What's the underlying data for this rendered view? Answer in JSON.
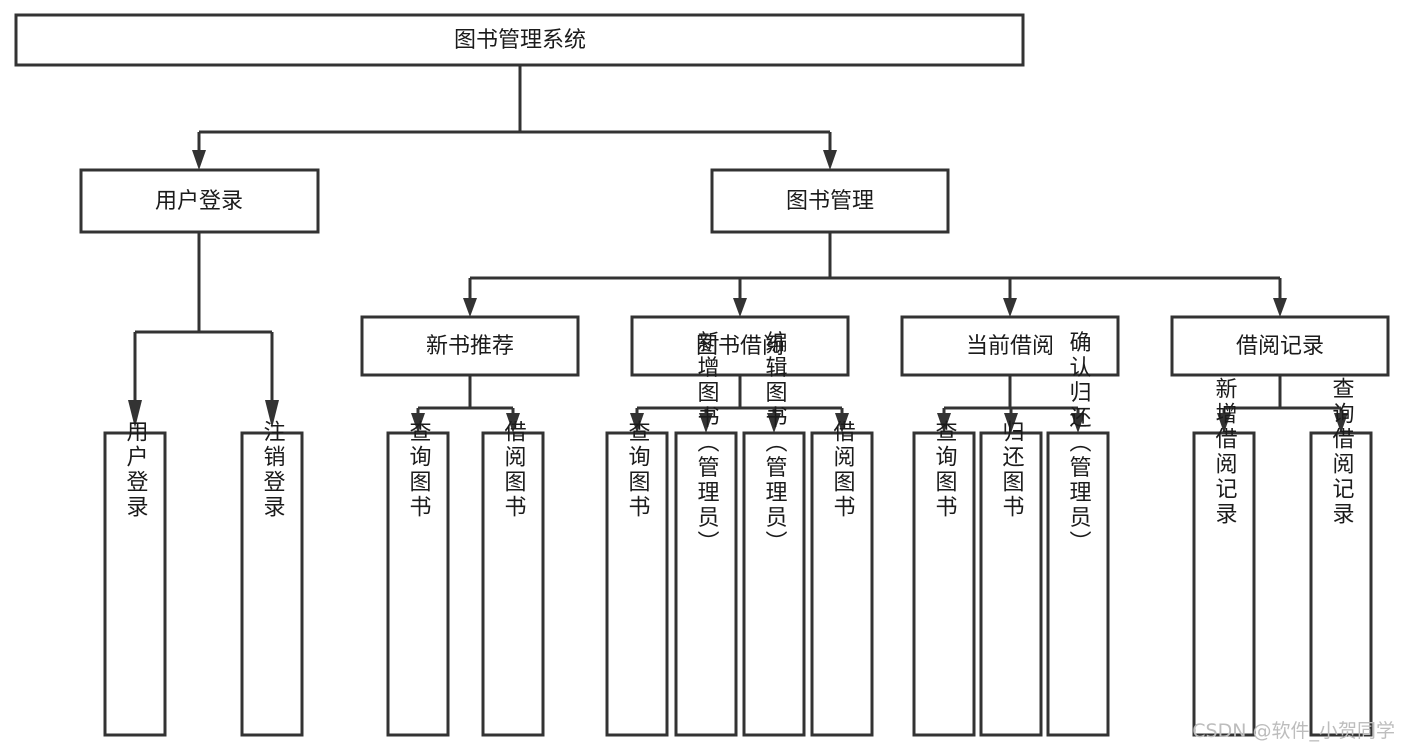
{
  "diagram": {
    "type": "tree",
    "title": "图书管理系统",
    "watermark": "CSDN @软件_小贺同学",
    "colors": {
      "background": "#ffffff",
      "box_fill": "#ffffff",
      "box_stroke": "#333333",
      "connector": "#333333",
      "text": "#1b1b1b",
      "watermark": "#bdbdbd"
    },
    "root": {
      "label": "图书管理系统"
    },
    "level2": [
      {
        "label": "用户登录"
      },
      {
        "label": "图书管理"
      }
    ],
    "level3": [
      {
        "label": "新书推荐"
      },
      {
        "label": "图书借阅"
      },
      {
        "label": "当前借阅"
      },
      {
        "label": "借阅记录"
      }
    ],
    "leaves": {
      "user_login": [
        {
          "label": "用户登录"
        },
        {
          "label": "注销登录"
        }
      ],
      "new_book_recommend": [
        {
          "label": "查询图书"
        },
        {
          "label": "借阅图书"
        }
      ],
      "book_borrow": [
        {
          "label": "查询图书"
        },
        {
          "label": "新增图书（管理员）"
        },
        {
          "label": "编辑图书（管理员）"
        },
        {
          "label": "借阅图书"
        }
      ],
      "current_borrow": [
        {
          "label": "查询图书"
        },
        {
          "label": "归还图书"
        },
        {
          "label": "确认归还（管理员）"
        }
      ],
      "borrow_record": [
        {
          "label": "新增借阅记录"
        },
        {
          "label": "查询借阅记录"
        }
      ]
    }
  }
}
